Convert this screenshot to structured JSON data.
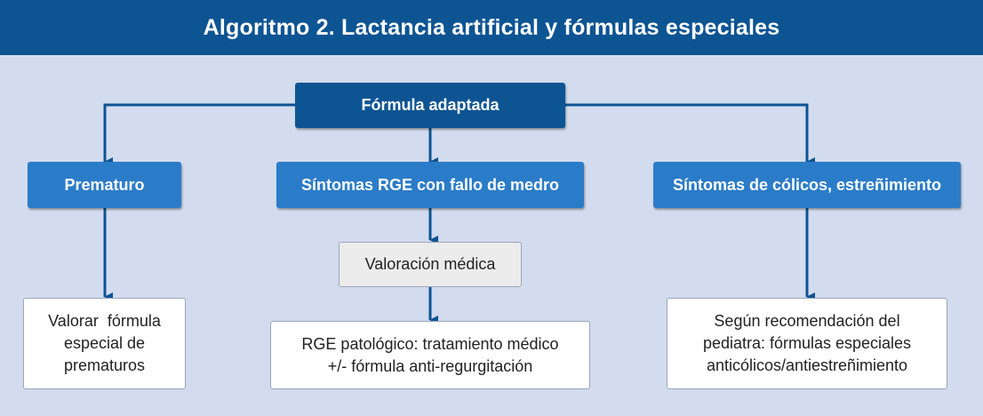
{
  "title": "Algoritmo 2. Lactancia artificial y fórmulas especiales",
  "nodes": {
    "formula_adaptada": "Fórmula adaptada",
    "prematuro": "Prematuro",
    "sintomas_rge": "Síntomas RGE con fallo de medro",
    "sintomas_colicos": "Síntomas de cólicos, estreñimiento",
    "valoracion_medica": "Valoración médica",
    "valorar_formula": [
      "Valorar  fórmula",
      "especial de",
      "prematuros"
    ],
    "rge_patologico": [
      "RGE patológico: tratamiento médico",
      "+/- fórmula anti-regurgitación"
    ],
    "segun_recomendacion": [
      "Según recomendación del",
      "pediatra: fórmulas especiales",
      "anticólicos/antiestreñimiento"
    ]
  },
  "colors": {
    "background": "#d2dcee",
    "title_bar": "#0d5493",
    "primary_box": "#0d5493",
    "secondary_box": "#2b7cc8",
    "neutral_box": "#ececec",
    "result_box": "#ffffff",
    "arrow": "#0d5493"
  }
}
